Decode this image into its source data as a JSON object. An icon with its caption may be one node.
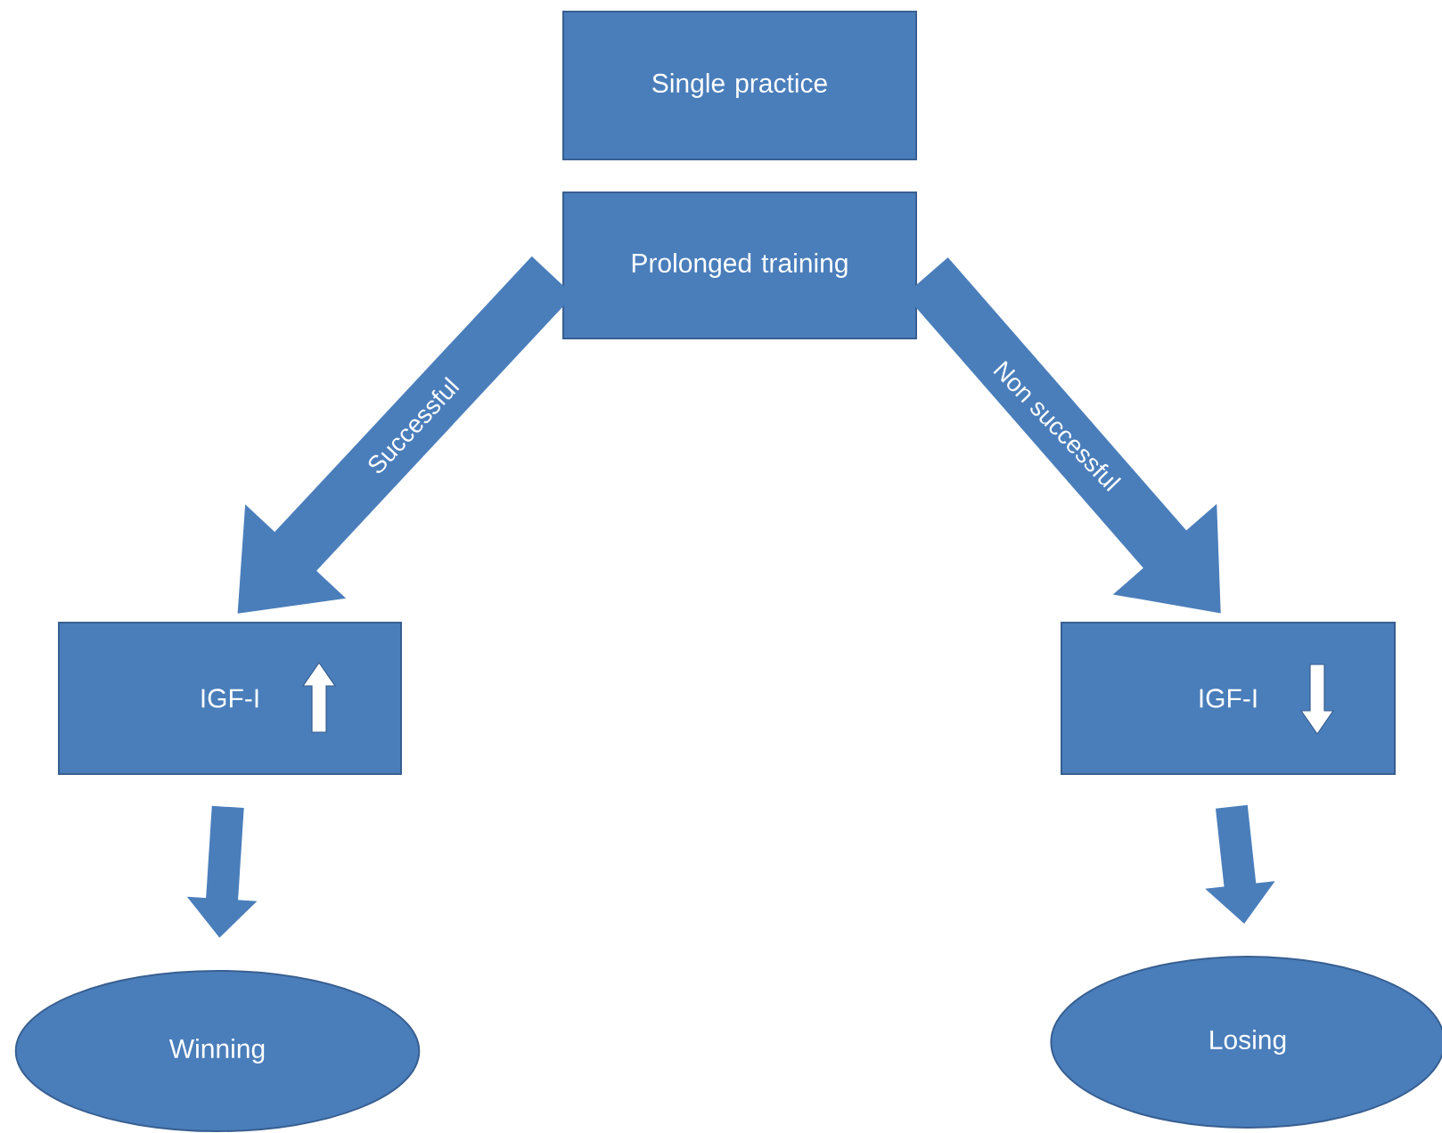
{
  "diagram": {
    "nodes": [
      {
        "text": [
          "Single practice"
        ]
      },
      {
        "text": [
          "Prolonged training"
        ]
      },
      {
        "text": [
          "IGF-I"
        ]
      },
      {
        "text": [
          "IGF-I"
        ]
      },
      {
        "text": [
          "Winning"
        ]
      },
      {
        "text": [
          "Losing"
        ]
      }
    ],
    "edges": [
      {
        "from": 1,
        "to": 2,
        "arrow": "to",
        "label": "Successful"
      },
      {
        "from": 1,
        "to": 3,
        "arrow": "to",
        "label": "Non successful"
      },
      {
        "from": 2,
        "to": 4,
        "arrow": "to"
      },
      {
        "from": 3,
        "to": 5,
        "arrow": "to"
      }
    ]
  }
}
